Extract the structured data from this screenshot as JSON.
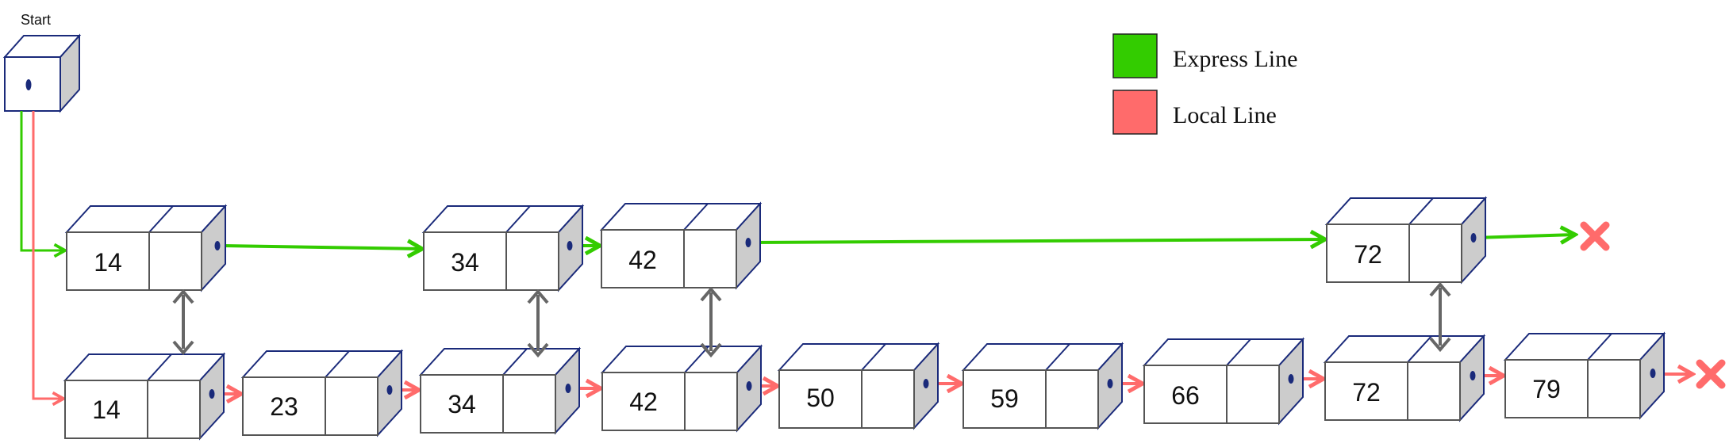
{
  "start": {
    "label": "Start"
  },
  "legend": {
    "items": [
      {
        "label": "Express Line",
        "color": "#33cc00"
      },
      {
        "label": "Local Line",
        "color": "#ff6b6b"
      }
    ]
  },
  "colors": {
    "express": "#33cc00",
    "local": "#ff6b6b",
    "box_stroke": "#1a2a7a",
    "box_top": "#ffffff",
    "box_side": "#cccccc",
    "vertical_link": "#666666",
    "end_marker": "#ff6b6b"
  },
  "express_nodes": [
    {
      "value": "14"
    },
    {
      "value": "34"
    },
    {
      "value": "42"
    },
    {
      "value": "72"
    }
  ],
  "local_nodes": [
    {
      "value": "14"
    },
    {
      "value": "23"
    },
    {
      "value": "34"
    },
    {
      "value": "42"
    },
    {
      "value": "50"
    },
    {
      "value": "59"
    },
    {
      "value": "66"
    },
    {
      "value": "72"
    },
    {
      "value": "79"
    }
  ],
  "end_marker_icon": "x-icon"
}
